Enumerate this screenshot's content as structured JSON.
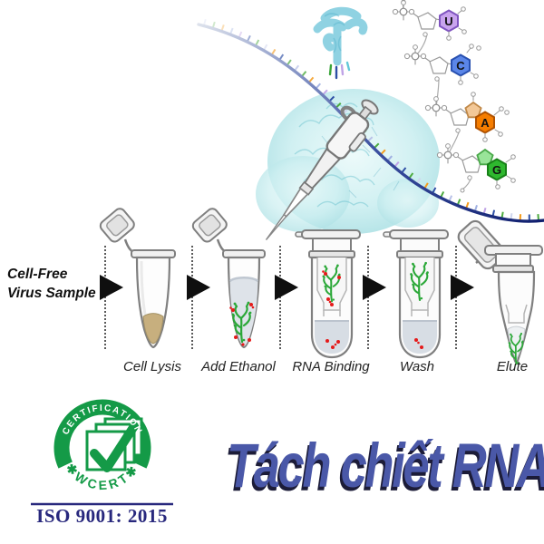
{
  "figure_title": {
    "text": "Tách chiết RNA",
    "color": "#4a58a8",
    "shadow_color": "#1c1c38"
  },
  "sample_source": {
    "line1": "Cell-Free",
    "line2": "Virus Sample"
  },
  "workflow_steps": [
    {
      "label": "Cell Lysis"
    },
    {
      "label": "Add Ethanol"
    },
    {
      "label": "RNA Binding"
    },
    {
      "label": "Wash"
    },
    {
      "label": "Elute"
    }
  ],
  "nucleotides": [
    {
      "letter": "U",
      "fill": "#c9a4ee"
    },
    {
      "letter": "C",
      "fill": "#5b86e8"
    },
    {
      "letter": "A",
      "fill": "#f57d00",
      "sugar_fill": "#f3c897"
    },
    {
      "letter": "G",
      "fill": "#2eb82e",
      "sugar_fill": "#99e499"
    }
  ],
  "certification": {
    "arc_text": "CERTIFICATION",
    "ring_text": "✱WCERT✱",
    "iso_text": "ISO 9001: 2015",
    "green": "#149a47",
    "navy": "#28287d"
  },
  "strand": {
    "tick_count": 44,
    "tick_colors": [
      "#b9c2e8",
      "#4cab3f",
      "#f49b1c",
      "#9fb0e2",
      "#bfa3e6",
      "#2e4fa5",
      "#4cab3f",
      "#d0d6ee",
      "#f49b1c",
      "#2e4fa5",
      "#4cab3f"
    ]
  },
  "palette": {
    "lysate_tan": "#c7af7e",
    "buffer_gray": "#dee3e9",
    "rna_green": "#2ba838",
    "impurity_red": "#e51a1a",
    "virus_teal": "#b7e6e9",
    "strand_navy": "#101f6e"
  }
}
